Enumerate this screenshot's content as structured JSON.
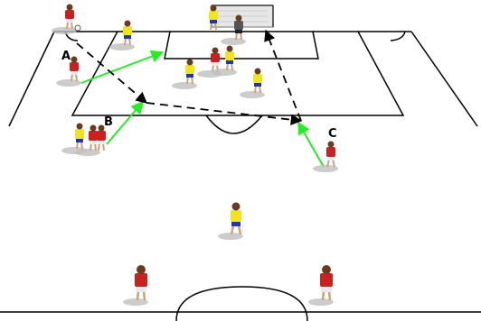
{
  "labels": {
    "a": "A",
    "b": "B",
    "c": "C"
  },
  "colors": {
    "line": "#000000",
    "pass_arrow": "#22ee22",
    "run_arrow": "#000000",
    "team_red_shirt": "#cc1f1f",
    "team_red_shorts": "#e8e8f0",
    "team_yellow_shirt": "#f2e41c",
    "team_yellow_shorts": "#1f3aa6",
    "goalkeeper_shirt": "#555555"
  }
}
